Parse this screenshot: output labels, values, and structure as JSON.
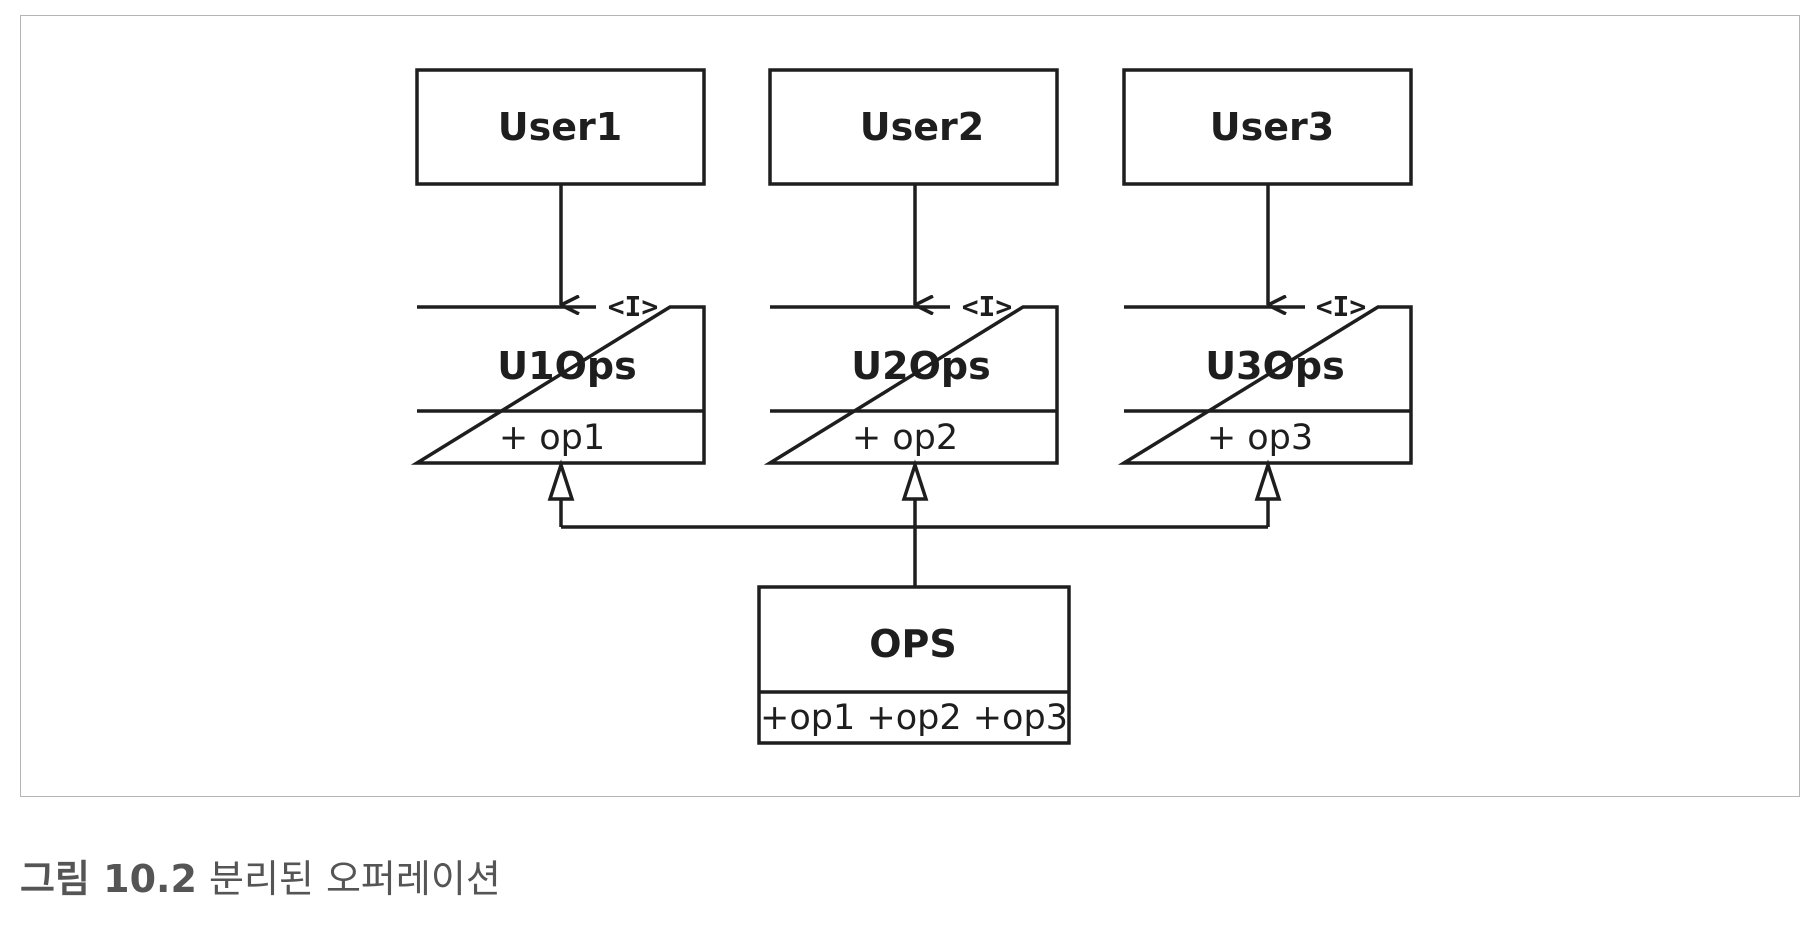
{
  "diagram": {
    "users": [
      {
        "name": "User1"
      },
      {
        "name": "User2"
      },
      {
        "name": "User3"
      }
    ],
    "interfaces": [
      {
        "stereotype": "<I>",
        "name": "U1Ops",
        "operation": "+ op1"
      },
      {
        "stereotype": "<I>",
        "name": "U2Ops",
        "operation": "+ op2"
      },
      {
        "stereotype": "<I>",
        "name": "U3Ops",
        "operation": "+ op3"
      }
    ],
    "implementation": {
      "name": "OPS",
      "operations": "+op1 +op2 +op3"
    },
    "relations": [
      {
        "from": "User1",
        "to": "U1Ops",
        "kind": "dependency"
      },
      {
        "from": "User2",
        "to": "U2Ops",
        "kind": "dependency"
      },
      {
        "from": "User3",
        "to": "U3Ops",
        "kind": "dependency"
      },
      {
        "from": "OPS",
        "to": "U1Ops",
        "kind": "realization"
      },
      {
        "from": "OPS",
        "to": "U2Ops",
        "kind": "realization"
      },
      {
        "from": "OPS",
        "to": "U3Ops",
        "kind": "realization"
      }
    ],
    "colors": {
      "line": "#1e1e1e",
      "frame": "#b5b5b5",
      "caption": "#555555"
    }
  },
  "caption": {
    "figure_label": "그림 10.2",
    "text": "분리된 오퍼레이션"
  }
}
